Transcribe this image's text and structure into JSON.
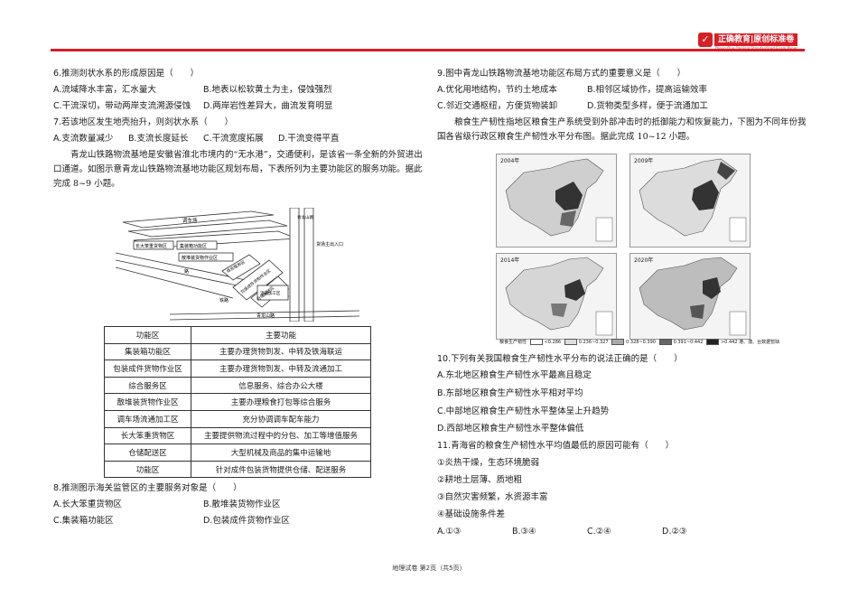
{
  "brand": {
    "logo_char": "✓",
    "name": "正确教育|原创标准卷",
    "sub": "Zheng Que Original Standardized Exam Paper",
    "color": "#d61f26"
  },
  "left": {
    "q6": {
      "stem": "6.推测剡状水系的形成原因是（　　）",
      "options": [
        "A.流域降水丰富，汇水量大",
        "B.地表以松软黄土为主，侵蚀强烈",
        "C.干流深切，带动两岸支流溯源侵蚀",
        "D.两岸岩性差异大，曲流发育明显"
      ]
    },
    "q7": {
      "stem": "7.若该地区发生地壳抬升，则剡状水系（　　）",
      "options": [
        "A.支流数量减少",
        "B.支流长度延长",
        "C.干流宽度拓展",
        "D.干流变得平直"
      ]
    },
    "intro": "青龙山铁路物流基地是安徽省淮北市境内的“无水港”，交通便利，是该省一条全新的外贸进出口通道。如图示意青龙山铁路物流基地功能区规划布局，下表所列为主要功能区的服务功能。据此完成 8~9 小题。",
    "map_labels": {
      "railyard": "调车场",
      "bulky": "长大笨重货物区",
      "container": "集装箱功能区",
      "bulk": "散堆装货物作业区",
      "service": "综合服务区",
      "packaged": "包装成件货物作业区",
      "warehouse": "仓储配送区",
      "distribution": "流通加工区",
      "railway": "铁路",
      "road_top": "青龙山路",
      "highway": "货场主出入口",
      "road_bottom": "青龙山路",
      "road_left": "路"
    },
    "table": {
      "header": [
        "功能区",
        "主要功能"
      ],
      "rows": [
        [
          "集装箱功能区",
          "主要办理货物到发、中转及铁海联运"
        ],
        [
          "包装成件货物作业区",
          "主要办理货物到发、中转及流通加工"
        ],
        [
          "综合服务区",
          "信息服务、综合办公大楼"
        ],
        [
          "散堆装货物作业区",
          "主要办理粮食打包等综合服务"
        ],
        [
          "调车场流通加工区",
          "充分协调调车配车能力"
        ],
        [
          "长大笨重货物区",
          "主要提供物流过程中的分包、加工等增值服务"
        ],
        [
          "仓储配送区",
          "大型机械及商品的集中运输地"
        ],
        [
          "功能区",
          "针对成件包装货物提供仓储、配送服务"
        ]
      ]
    },
    "q8": {
      "stem": "8.推测图示海关监管区的主要服务对象是（　　）",
      "options": [
        "A.长大笨重货物区",
        "B.散堆装货物作业区",
        "C.集装箱功能区",
        "D.包装成件货物作业区"
      ]
    }
  },
  "right": {
    "q9": {
      "stem": "9.图中青龙山铁路物流基地功能区布局方式的重要意义是（　　）",
      "options": [
        "A.优化用地结构，节约土地成本",
        "B.相邻区域协作，提高运输效率",
        "C.邻近交通枢纽，方便货物装卸",
        "D.货物类型多样，便于流通加工"
      ]
    },
    "intro": "粮食生产韧性指地区粮食生产系统受到外部冲击时的抵御能力和恢复能力，下图为不同年份我国各省级行政区粮食生产韧性水平分布图。据此完成 10~12 小题。",
    "maps": [
      {
        "year": "2004年"
      },
      {
        "year": "2009年"
      },
      {
        "year": "2014年"
      },
      {
        "year": "2020年"
      }
    ],
    "legend": {
      "title": "粮食生产韧性",
      "items": [
        "<0.286",
        "0.236~0.327",
        "0.328~0.390",
        "0.391~0.442",
        ">0.442"
      ],
      "note": "港、澳、台数据暂缺"
    },
    "q10": {
      "stem": "10.下列有关我国粮食生产韧性水平分布的说法正确的是（　　）",
      "options": [
        "A.东北地区粮食生产韧性水平最高且稳定",
        "B.东部地区粮食生产韧性水平相对平均",
        "C.中部地区粮食生产韧性水平整体呈上升趋势",
        "D.西部地区粮食生产韧性水平整体偏低"
      ]
    },
    "q11": {
      "stem": "11.青海省的粮食生产韧性水平均值最低的原因可能有（　　）",
      "items": [
        "①炎热干燥，生态环境脆弱",
        "②耕地土层薄、质地粗",
        "③自然灾害频繁，水资源丰富",
        "④基础设施条件差"
      ],
      "options": [
        "A.①③",
        "B.③④",
        "C.②④",
        "D.②③"
      ]
    }
  },
  "footer": "地理试卷  第2页（共5页）"
}
